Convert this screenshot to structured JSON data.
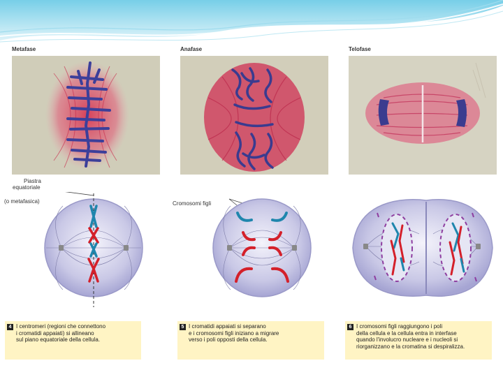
{
  "phases": [
    {
      "title": "Metafase",
      "step": "4",
      "caption": [
        "I centromeri (regioni che connettono",
        "i cromatidi appaiati) si allineano",
        "sul piano equatoriale della cellula."
      ]
    },
    {
      "title": "Anafase",
      "step": "5",
      "caption": [
        "I cromatidi appaiati si separano",
        "e i cromosomi figli iniziano a migrare",
        "verso i poli opposti della cellula."
      ]
    },
    {
      "title": "Telofase",
      "step": "6",
      "caption": [
        "I cromosomi figli raggiungono i poli",
        "della cellula e la cellula entra in interfase",
        "quando l'involucro nucleare e i nucleoli si",
        "riorganizzano e la cromatina si despiralizza."
      ]
    }
  ],
  "labels": {
    "piastra": [
      "Piastra",
      "equatoriale",
      "(o metafasica)"
    ],
    "cromosomi_figli": "Cromosomi figli"
  },
  "colors": {
    "cell_fill": "#b9b9de",
    "photo_bg": "#d0cdb9",
    "caption_bg": "#fff4c4",
    "chromosome_blue": "#1f86ad",
    "chromosome_red": "#d4202a"
  }
}
